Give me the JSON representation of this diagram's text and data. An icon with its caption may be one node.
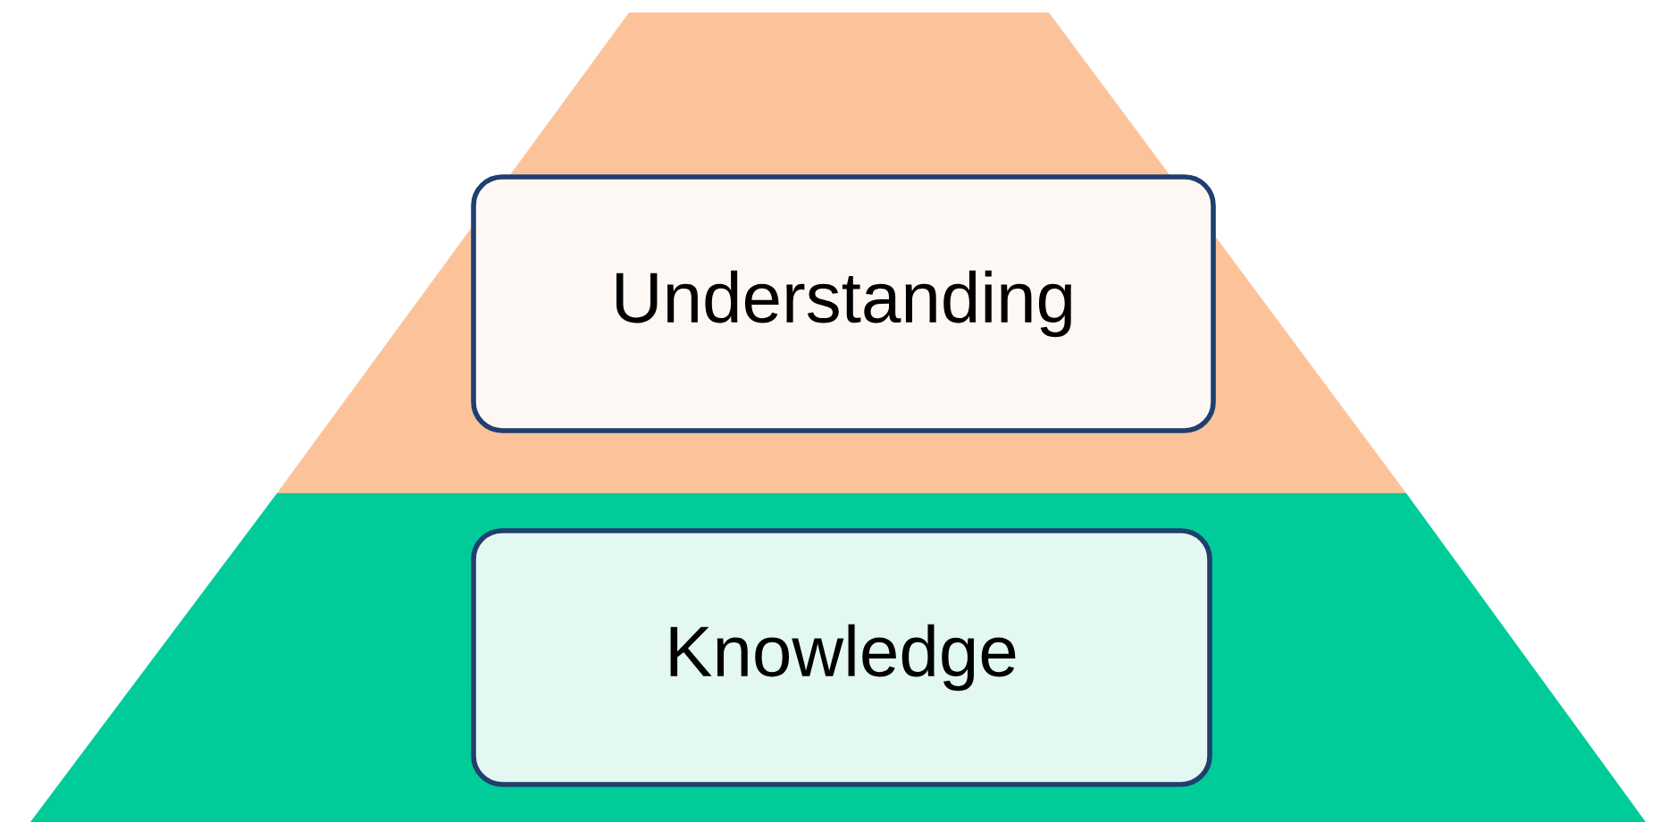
{
  "diagram": {
    "nodes": [
      {
        "text": [],
        "shape": "trapezoid"
      },
      {
        "text": [
          "Understanding"
        ],
        "in": 0
      },
      {
        "text": [],
        "shape": "trapezoid"
      },
      {
        "text": [
          "Knowledge"
        ],
        "in": 2
      }
    ]
  }
}
